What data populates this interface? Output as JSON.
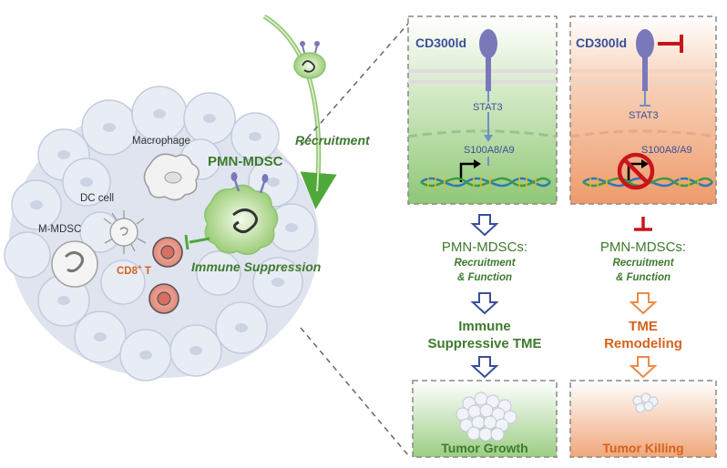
{
  "colors": {
    "green": "#3e7a2e",
    "orange": "#d4621c",
    "blue": "#3a4f9a",
    "red": "#c8151b",
    "receptor": "#7a78b8",
    "cell_fill": "#e4e8f2"
  },
  "left_panel": {
    "recruitment": "Recruitment",
    "macrophage": "Macrophage",
    "pmn_mdsc": "PMN-MDSC",
    "dc_cell": "DC cell",
    "m_mdsc": "M-MDSC",
    "cd8_t": "CD8",
    "cd8_sup": "+",
    "cd8_t_suffix": " T",
    "immune_suppression": "Immune Suppression"
  },
  "panel_normal": {
    "receptor": "CD300ld",
    "stat3": "STAT3",
    "s100": "S100A8/A9",
    "result_title": "PMN-MDSCs:",
    "result_sub1": "Recruitment",
    "result_sub2": "& Function",
    "tme_line1": "Immune",
    "tme_line2": "Suppressive TME",
    "outcome": "Tumor Growth"
  },
  "panel_knockout": {
    "receptor": "CD300ld",
    "stat3": "STAT3",
    "s100": "S100A8/A9",
    "result_title": "PMN-MDSCs:",
    "result_sub1": "Recruitment",
    "result_sub2": "& Function",
    "tme_line1": "TME",
    "tme_line2": "Remodeling",
    "outcome": "Tumor Killing"
  }
}
